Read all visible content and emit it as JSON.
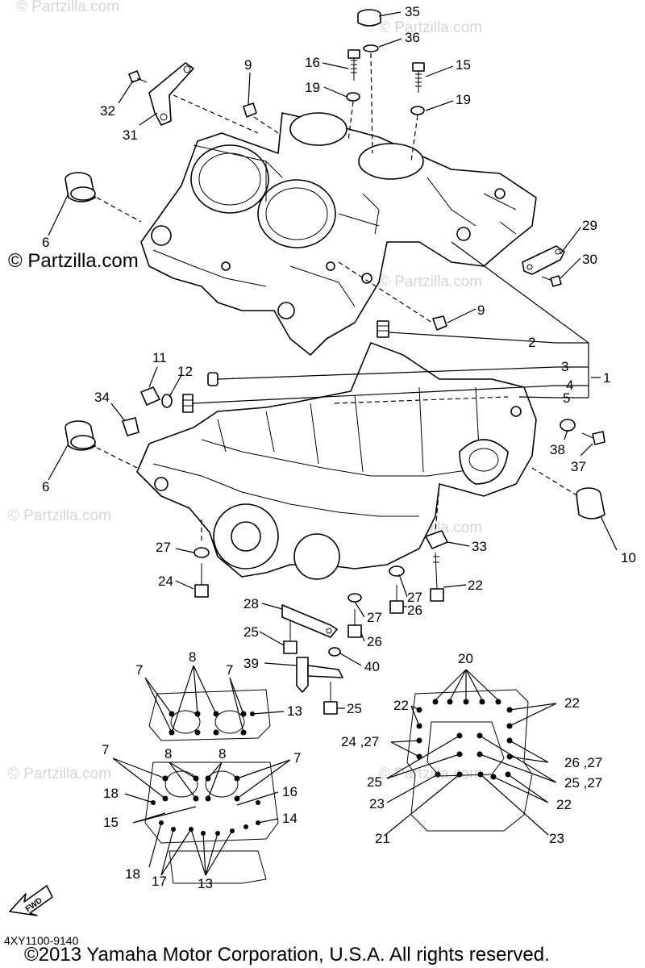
{
  "watermark": {
    "text": "© Partzilla.com"
  },
  "main_watermark": "© Partzilla.com",
  "part_code": "4XY1100-9140",
  "copyright": "©2013  Yamaha Motor Corporation, U.S.A. All rights reserved.",
  "fwd_label": "FWD",
  "callouts": {
    "35": "35",
    "36": "36",
    "16": "16",
    "15": "15",
    "19a": "19",
    "19b": "19",
    "9a": "9",
    "9b": "9",
    "32": "32",
    "31": "31",
    "6a": "6",
    "6b": "6",
    "29": "29",
    "30": "30",
    "2": "2",
    "3": "3",
    "4": "4",
    "1": "1",
    "5": "5",
    "11": "11",
    "12": "12",
    "34": "34",
    "38": "38",
    "37": "37",
    "10": "10",
    "33": "33",
    "27a": "27",
    "27b": "27",
    "27c": "27",
    "24": "24",
    "22a": "22",
    "28": "28",
    "26a": "26",
    "26b": "26",
    "25a": "25",
    "25b": "25",
    "39": "39",
    "40": "40",
    "7a": "7",
    "7b": "7",
    "7c": "7",
    "7d": "7",
    "8a": "8",
    "8b": "8",
    "8c": "8",
    "13a": "13",
    "13b": "13",
    "14": "14",
    "15b": "15",
    "16b": "16",
    "17": "17",
    "18a": "18",
    "18b": "18",
    "20": "20",
    "22b": "22",
    "22c": "22",
    "22d": "22",
    "24_27": "24 ,27",
    "26_27": "26 ,27",
    "25_27": "25 ,27",
    "25c": "25",
    "23a": "23",
    "23b": "23",
    "21": "21"
  }
}
